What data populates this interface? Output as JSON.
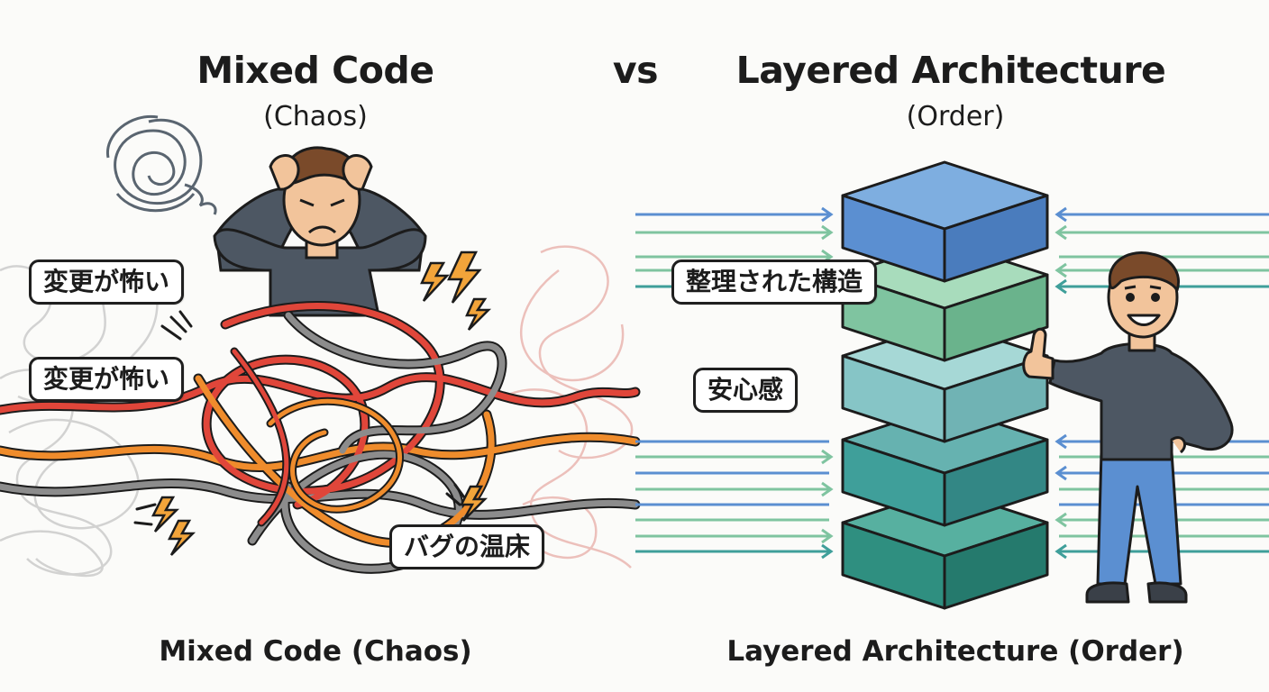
{
  "left": {
    "title": "Mixed Code",
    "subtitle": "(Chaos)",
    "caption": "Mixed Code (Chaos)",
    "labels": [
      "変更が怖い",
      "変更が怖い",
      "バグの温床"
    ],
    "wire_colors": [
      "#e0463a",
      "#ef8c2c",
      "#8c8c8c"
    ]
  },
  "vs": "vs",
  "right": {
    "title": "Layered Architecture",
    "subtitle": "(Order)",
    "caption": "Layered Architecture (Order)",
    "labels": [
      "整理された構造",
      "安心感"
    ],
    "layer_colors": [
      "#5b8fd1",
      "#7fc4a0",
      "#86c5c6",
      "#3f9f9a",
      "#2f8f80"
    ]
  }
}
